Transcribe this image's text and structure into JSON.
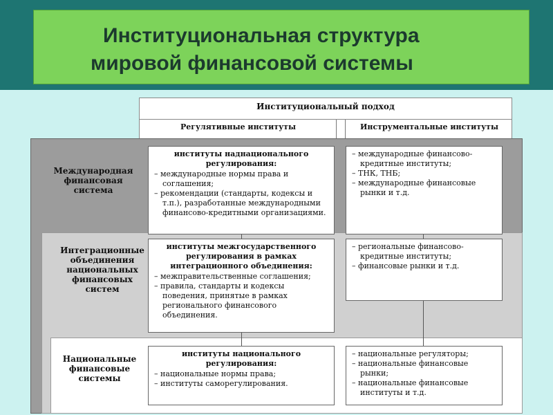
{
  "title": {
    "line1": "Институциональная  структура",
    "line2": "мировой финансовой системы"
  },
  "approach": {
    "heading": "Институциональный подход",
    "col1": "Регулятивные институты",
    "col2": "Инструментальные институты"
  },
  "tiers": [
    {
      "label": "Международная\nфинансовая\nсистема",
      "regulatory": {
        "title": "институты наднационального регулирования:",
        "items": [
          "международные нормы права и соглашения;",
          "рекомендации (стандарты, кодексы и т.п.), разработанные международными финансово-кредитными организациями."
        ]
      },
      "instrumental": {
        "items": [
          "международные финансово-кредитные институты;",
          "ТНК, ТНБ;",
          "международные финансовые рынки и т.д."
        ]
      }
    },
    {
      "label": "Интеграционные\nобъединения\nнациональных\nфинансовых\nсистем",
      "regulatory": {
        "title": "институты межгосударственного регулирования в рамках интеграционного объединения:",
        "items": [
          "межправительственные соглашения;",
          "правила, стандарты и кодексы поведения, принятые в рамках регионального финансового объединения."
        ]
      },
      "instrumental": {
        "items": [
          "региональные финансово-кредитные институты;",
          "финансовые рынки и т.д."
        ]
      }
    },
    {
      "label": "Национальные\nфинансовые\nсистемы",
      "regulatory": {
        "title": "институты национального регулирования:",
        "items": [
          "национальные нормы права;",
          "институты саморегулирования."
        ]
      },
      "instrumental": {
        "items": [
          "национальные регуляторы;",
          "национальные финансовые рынки;",
          "национальные финансовые институты и т.д."
        ]
      }
    }
  ],
  "colors": {
    "title_green": "#7dd35a",
    "band_teal": "#1e7572",
    "background_cyan": "#ccf2f0"
  }
}
